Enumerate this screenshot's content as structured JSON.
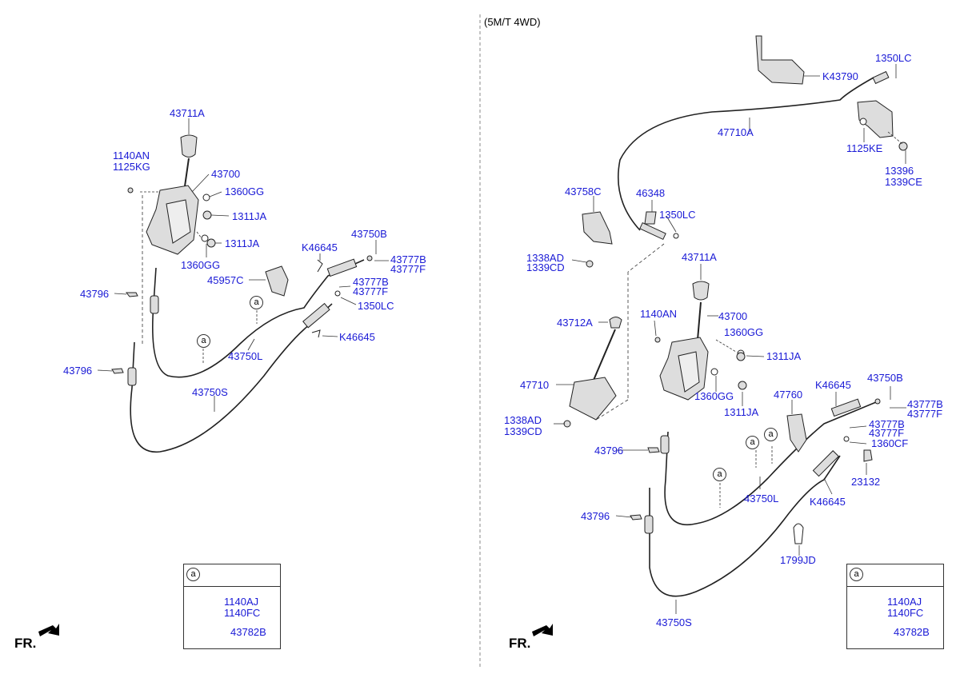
{
  "variant_label": "(5M/T 4WD)",
  "front_label": "FR.",
  "ref_marker": "a",
  "left_panel": {
    "labels": {
      "p43711A": "43711A",
      "p1140AN": "1140AN",
      "p1125KG": "1125KG",
      "p43700": "43700",
      "p1360GG_a": "1360GG",
      "p1311JA_a": "1311JA",
      "p1311JA_b": "1311JA",
      "p1360GG_b": "1360GG",
      "p45957C": "45957C",
      "pK46645_a": "K46645",
      "p43750B": "43750B",
      "p43777B_a": "43777B",
      "p43777F_a": "43777F",
      "p43777B_b": "43777B",
      "p43777F_b": "43777F",
      "p1350LC": "1350LC",
      "pK46645_b": "K46645",
      "p43796_a": "43796",
      "p43796_b": "43796",
      "p43750L": "43750L",
      "p43750S": "43750S"
    }
  },
  "right_panel": {
    "labels": {
      "pK43790": "K43790",
      "p1350LC_a": "1350LC",
      "p47710A": "47710A",
      "p1125KE": "1125KE",
      "p13396": "13396",
      "p1339CE": "1339CE",
      "p43758C": "43758C",
      "p46348": "46348",
      "p1350LC_b": "1350LC",
      "p1338AD_a": "1338AD",
      "p1339CD_a": "1339CD",
      "p43711A": "43711A",
      "p43712A": "43712A",
      "p1140AN": "1140AN",
      "p43700": "43700",
      "p1360GG_a": "1360GG",
      "p1311JA_a": "1311JA",
      "p47710": "47710",
      "p1360GG_b": "1360GG",
      "p1311JA_b": "1311JA",
      "p47760": "47760",
      "pK46645_a": "K46645",
      "p43750B": "43750B",
      "p43777B_a": "43777B",
      "p43777F_a": "43777F",
      "p43777B_b": "43777B",
      "p43777F_b": "43777F",
      "p1360CF": "1360CF",
      "p1338AD_b": "1338AD",
      "p1339CD_b": "1339CD",
      "p43796_a": "43796",
      "p23132": "23132",
      "p43750L": "43750L",
      "pK46645_b": "K46645",
      "p43796_b": "43796",
      "p1799JD": "1799JD",
      "p43750S": "43750S"
    }
  },
  "legend": {
    "marker": "a",
    "items": [
      "1140AJ",
      "1140FC",
      "43782B"
    ]
  },
  "colors": {
    "label": "#1a1ad6",
    "line": "#222222",
    "part_fill": "#d9d9d9"
  }
}
